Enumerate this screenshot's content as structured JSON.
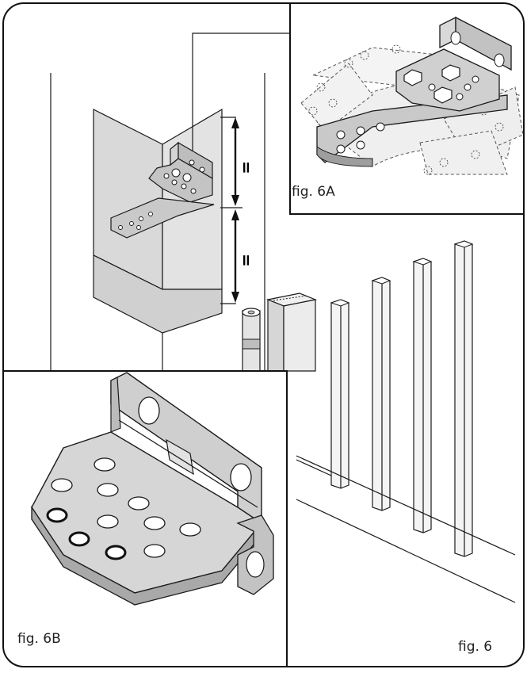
{
  "figure_labels": {
    "fig_6a": "fig. 6A",
    "fig_6b": "fig. 6B",
    "fig_6": "fig. 6"
  },
  "dimension_marks": {
    "upper": "=",
    "lower": "="
  },
  "colors": {
    "line": "#1a1a1a",
    "wall_shade": "#d9d9d9",
    "bracket_fill": "#bdbdbd",
    "bracket_light": "#e6e6e6",
    "ghost_fill": "#ededed"
  }
}
